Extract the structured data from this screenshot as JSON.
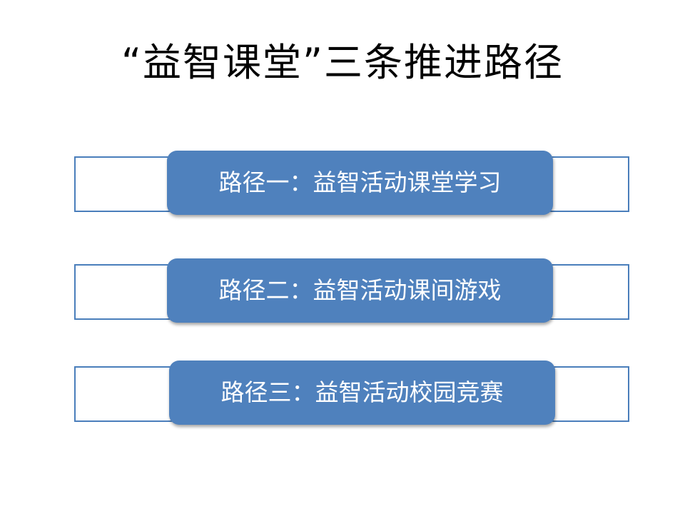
{
  "title": "“益智课堂”三条推进路径",
  "paths": [
    {
      "label": "路径一：益智活动课堂学习"
    },
    {
      "label": "路径二：益智活动课间游戏"
    },
    {
      "label": "路径三：益智活动校园竞赛"
    }
  ],
  "colors": {
    "pill_fill": "#4f81bd",
    "frame_border": "#4a7ebb",
    "pill_text": "#ffffff",
    "title_text": "#000000"
  }
}
